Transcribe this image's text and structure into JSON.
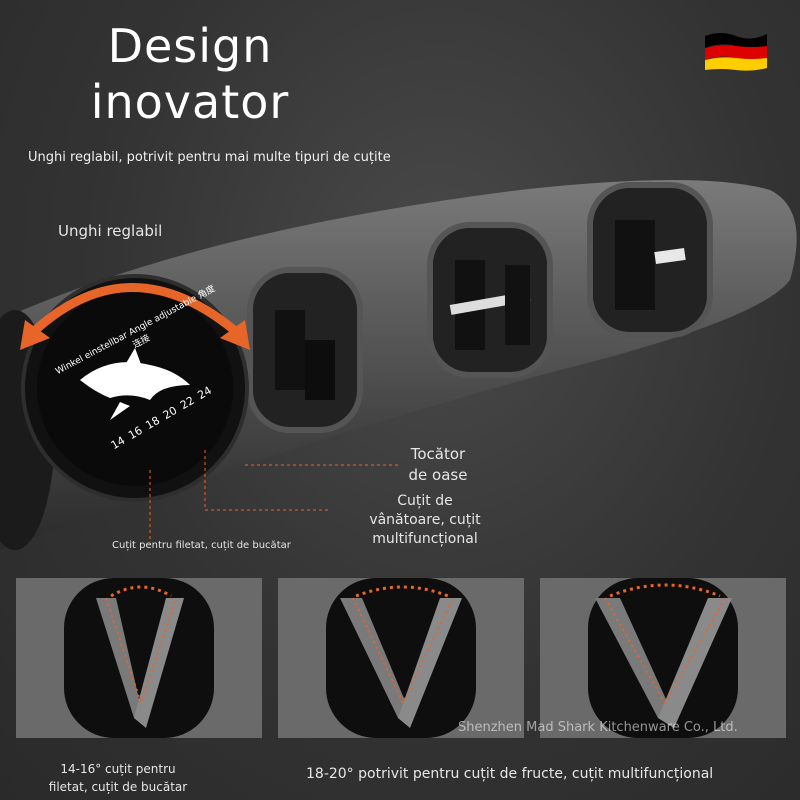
{
  "title_line1": "Design",
  "title_line2": "inovator",
  "subtitle": "Unghi reglabil, potrivit pentru mai multe tipuri de cuțite",
  "labels": {
    "adjustable_angle": "Unghi reglabil",
    "bone_chopper_1": "Tocător",
    "bone_chopper_2": "de oase",
    "hunting_1": "Cuțit de",
    "hunting_2": "vânătoare, cuțit",
    "hunting_3": "multifuncțional",
    "fillet": "Cuțit pentru filetat, cuțit de bucătar"
  },
  "dial": {
    "ring_text": "Winkel einstellbar Angle adjustable 角度连接",
    "ticks": [
      "14",
      "16",
      "18",
      "20",
      "22",
      "24"
    ]
  },
  "captions": {
    "left_line1": "14-16° cuțit pentru",
    "left_line2": "filetat, cuțit de bucătar",
    "right": "18-20° potrivit pentru cuțit de fructe, cuțit multifuncțional"
  },
  "watermark": "Shenzhen Mad Shark Kitchenware Co., Ltd.",
  "colors": {
    "accent_orange": "#e8652a",
    "flag_black": "#000000",
    "flag_red": "#dd0000",
    "flag_gold": "#ffce00"
  }
}
